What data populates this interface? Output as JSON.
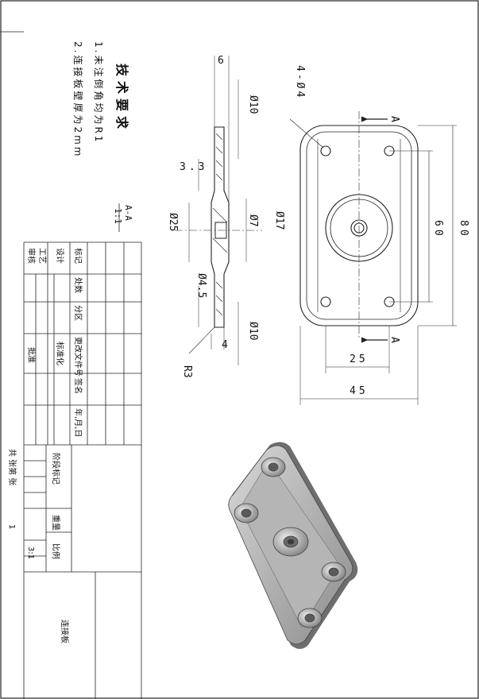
{
  "notes": {
    "title": "技术要求",
    "item1": "1.未注倒角均为R1",
    "item2": "2.连接板壁厚为2mm"
  },
  "section": {
    "label_top": "A-A",
    "label_bottom": "1:1"
  },
  "section_dims": {
    "top_width": "6",
    "step": "3.3",
    "dia_outer": "Ø25",
    "dia_10_top": "Ø10",
    "dia_17": "Ø17",
    "dia_7": "Ø7",
    "dia_4_5": "Ø4.5",
    "dia_10_bottom": "Ø10",
    "bottom_width": "4",
    "radius": "R3"
  },
  "plan_dims": {
    "holes": "4-Ø4",
    "height_80": "80",
    "height_60": "60",
    "width_25": "25",
    "width_45": "45",
    "cut_top": "A",
    "cut_bottom": "A"
  },
  "title_block": {
    "headers": {
      "mark": "标记",
      "count": "处数",
      "zone": "分区",
      "change_doc": "更改文件号",
      "sign": "签名",
      "date": "年,月,日"
    },
    "designer": "设计",
    "standardize": "标准化",
    "reviewer": "审核",
    "process": "工艺",
    "approve": "批准",
    "stage_mark": "阶段标记",
    "weight": "重量",
    "scale_label": "比例",
    "scale_value": "3:1",
    "sheets": "共 张第 张",
    "sheet_num": "1",
    "part_name": "连接板"
  }
}
